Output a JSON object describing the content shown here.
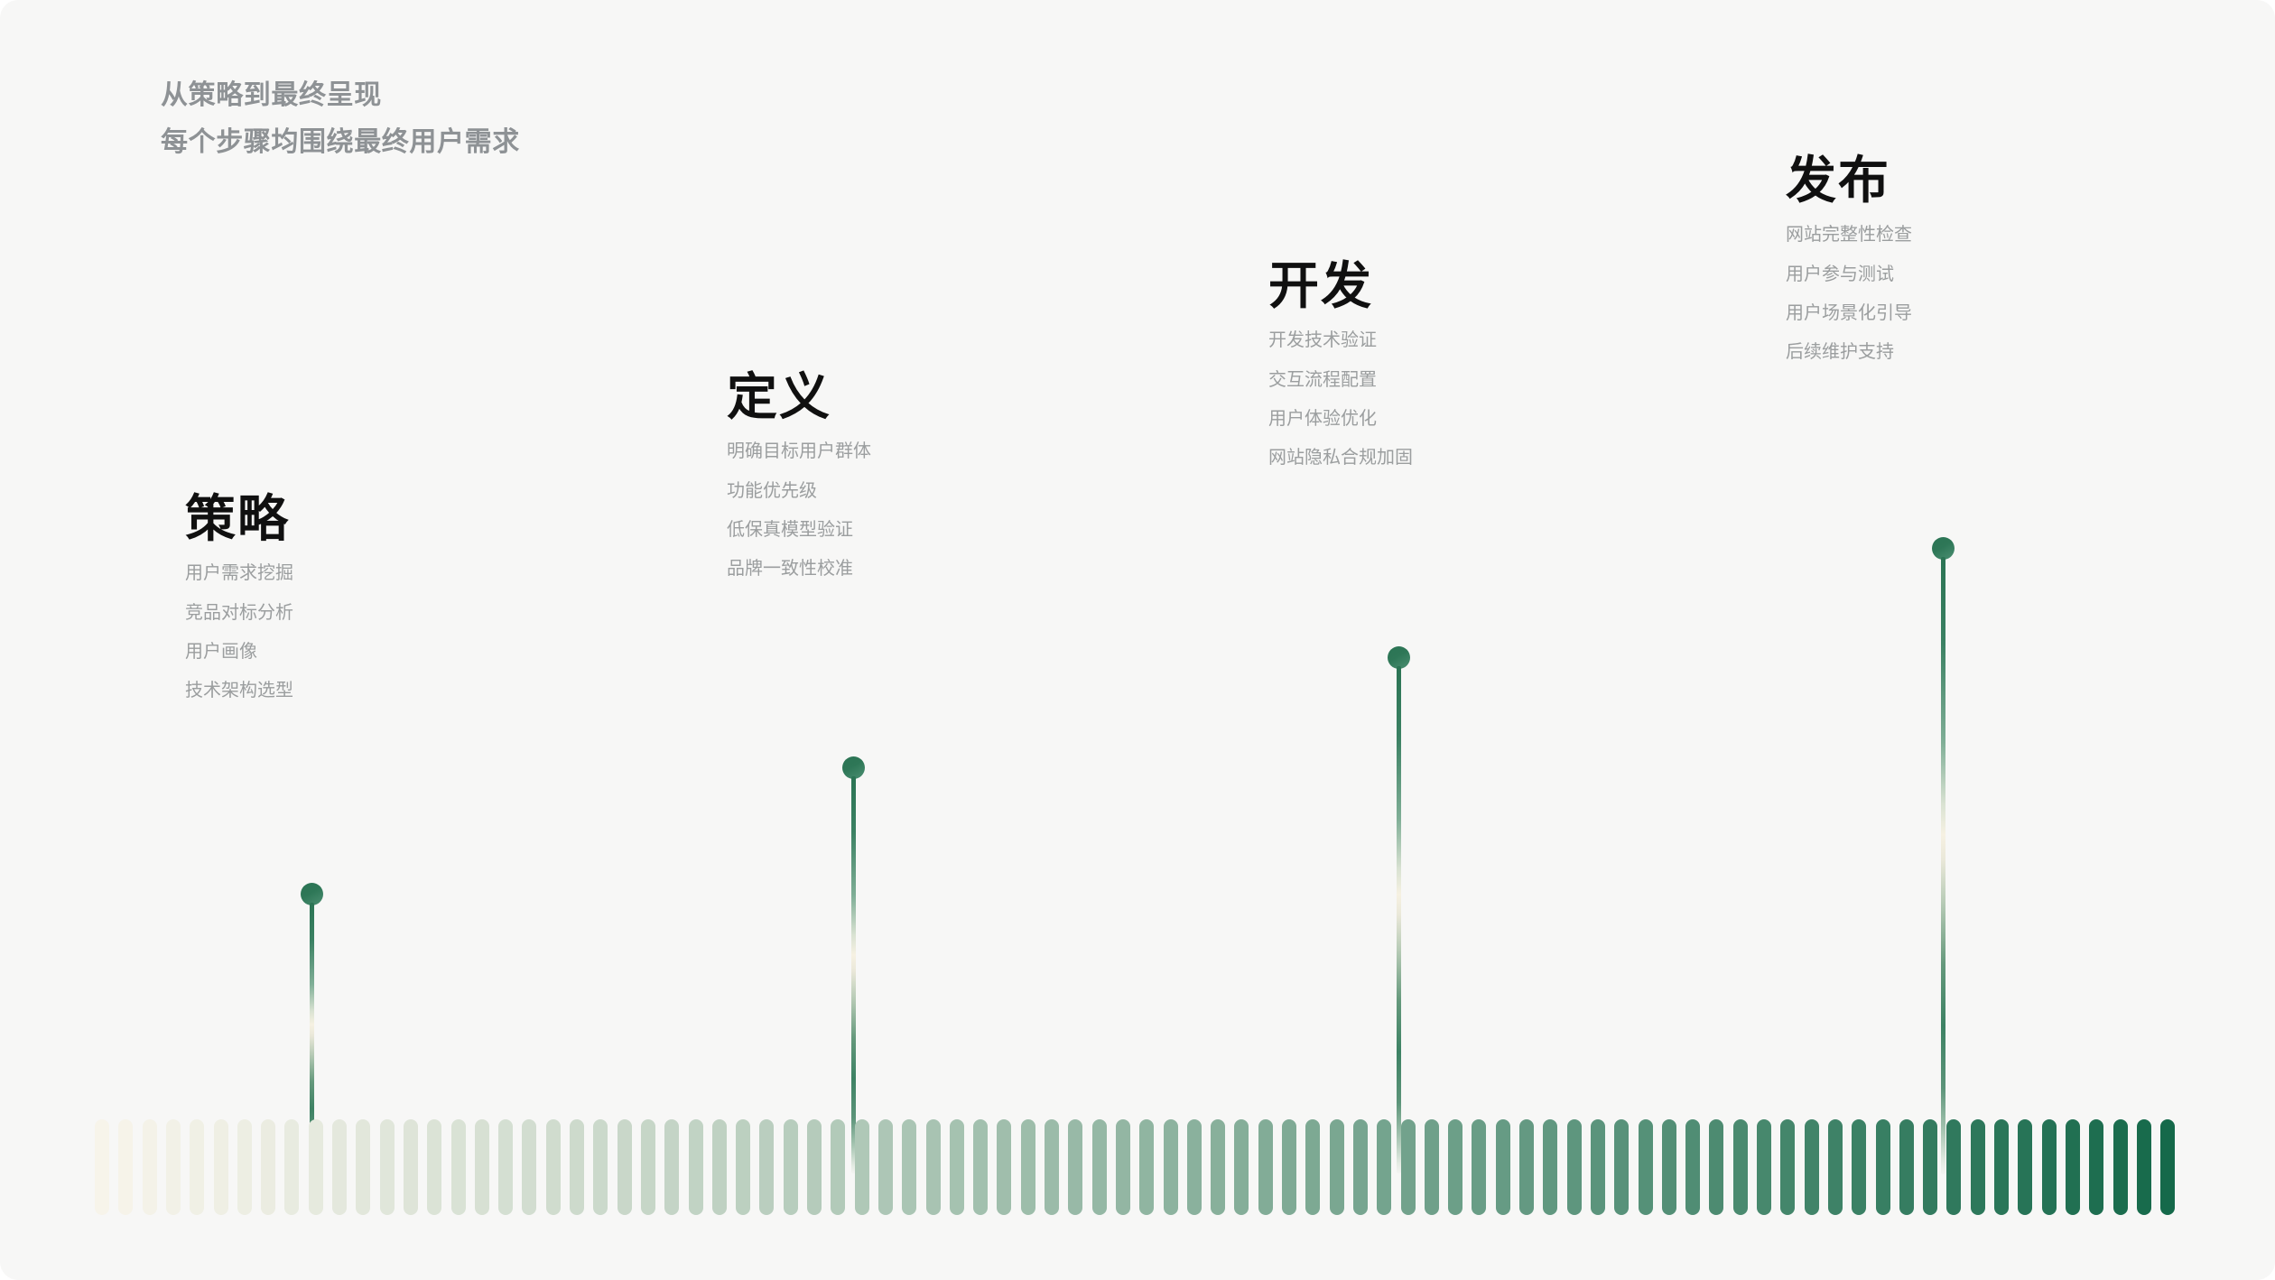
{
  "theme": {
    "canvas_background": "#f7f7f6",
    "page_background": "#ffffff",
    "heading_color": "#101010",
    "muted_text_color": "#9b9e9f",
    "header_text_color": "#8e9295",
    "accent_green": "#2b7454",
    "bar_start_color": "#f7f4ea",
    "bar_end_color": "#15694a"
  },
  "header": {
    "line1": "从策略到最终呈现",
    "line2": "每个步骤均围绕最终用户需求"
  },
  "stages": [
    {
      "title": "策略",
      "items": [
        "用户需求挖掘",
        "竞品对标分析",
        "用户画像",
        "技术架构选型"
      ]
    },
    {
      "title": "定义",
      "items": [
        "明确目标用户群体",
        "功能优先级",
        "低保真模型验证",
        "品牌一致性校准"
      ]
    },
    {
      "title": "开发",
      "items": [
        "开发技术验证",
        "交互流程配置",
        "用户体验优化",
        "网站隐私合规加固"
      ]
    },
    {
      "title": "发布",
      "items": [
        "网站完整性检查",
        "用户参与测试",
        "用户场景化引导",
        "后续维护支持"
      ]
    }
  ],
  "chart_data": {
    "type": "bar",
    "title": "从策略到最终呈现",
    "subtitle": "每个步骤均围绕最终用户需求",
    "xlabel": "",
    "ylabel": "",
    "grid": false,
    "legend": "none",
    "categories": [
      "策略",
      "定义",
      "开发",
      "发布"
    ],
    "values": [
      1,
      2,
      3,
      4
    ],
    "annotations": [
      {
        "category": "策略",
        "marker_height_px": 300,
        "details": [
          "用户需求挖掘",
          "竞品对标分析",
          "用户画像",
          "技术架构选型"
        ]
      },
      {
        "category": "定义",
        "marker_height_px": 440,
        "details": [
          "明确目标用户群体",
          "功能优先级",
          "低保真模型验证",
          "品牌一致性校准"
        ]
      },
      {
        "category": "开发",
        "marker_height_px": 562,
        "details": [
          "开发技术验证",
          "交互流程配置",
          "用户体验优化",
          "网站隐私合规加固"
        ]
      },
      {
        "category": "发布",
        "marker_height_px": 684,
        "details": [
          "网站完整性检查",
          "用户参与测试",
          "用户场景化引导",
          "后续维护支持"
        ]
      }
    ],
    "progress_strip": {
      "bar_count": 88,
      "gradient_from": "#f7f4ea",
      "gradient_to": "#15694a",
      "description": "等宽圆角竖条从浅到深渐变，表示进度推进"
    }
  }
}
